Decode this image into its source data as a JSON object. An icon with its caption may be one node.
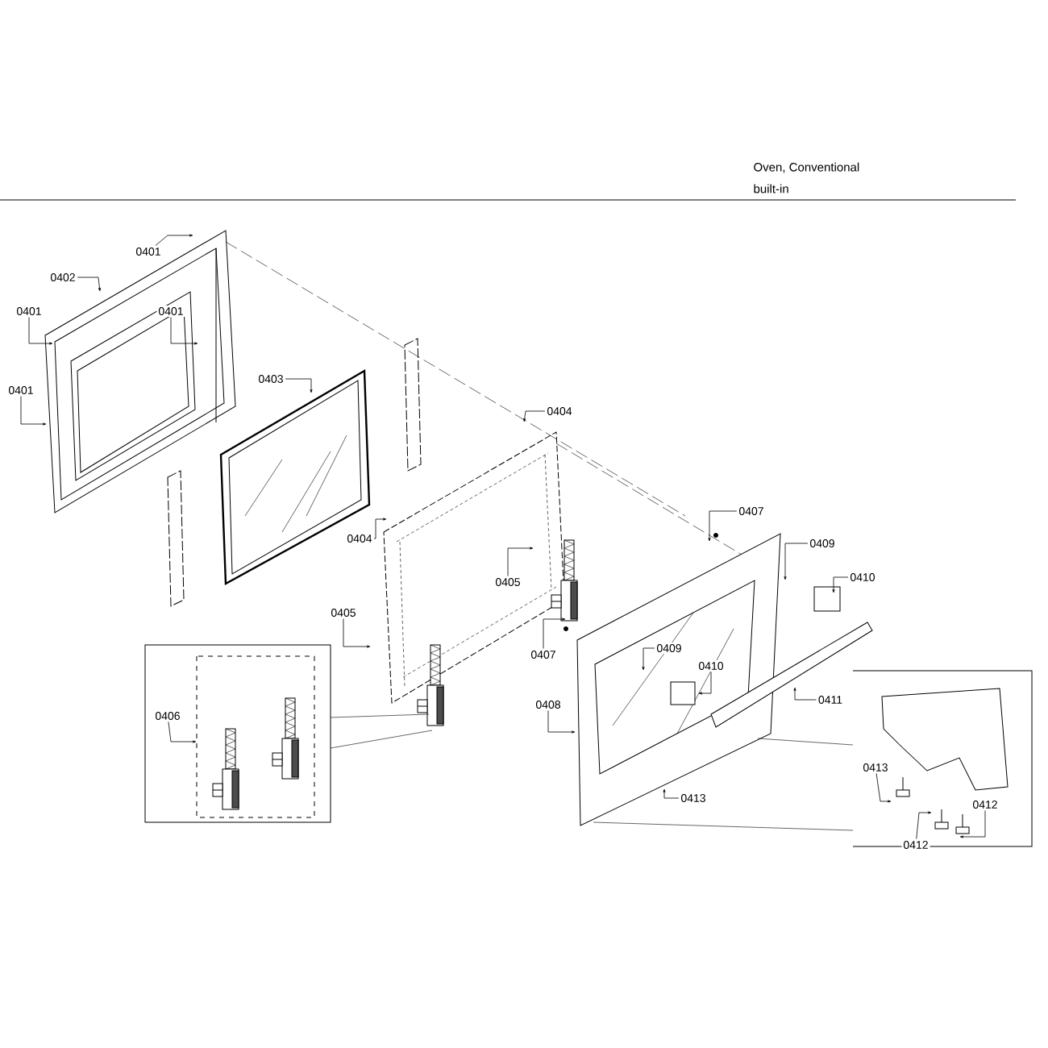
{
  "diagram": {
    "nodes": [
      {
        "text": [
          "0401"
        ]
      },
      {
        "text": [
          "0402"
        ]
      },
      {
        "text": [
          "0401"
        ]
      },
      {
        "text": [
          "0401"
        ]
      },
      {
        "text": [
          "0401"
        ]
      },
      {
        "text": [
          "0403"
        ]
      },
      {
        "text": [
          "0404"
        ]
      },
      {
        "text": [
          "0404"
        ]
      },
      {
        "text": [
          "0405"
        ]
      },
      {
        "text": [
          "0405"
        ]
      },
      {
        "text": [
          "0406"
        ]
      },
      {
        "text": [
          "0407"
        ]
      },
      {
        "text": [
          "0409"
        ]
      },
      {
        "text": [
          "0410"
        ]
      },
      {
        "text": [
          "0407"
        ]
      },
      {
        "text": [
          "0409"
        ]
      },
      {
        "text": [
          "0410"
        ]
      },
      {
        "text": [
          "0411"
        ]
      },
      {
        "text": [
          "0408"
        ]
      },
      {
        "text": [
          "0413"
        ]
      },
      {
        "text": [
          "0413"
        ]
      },
      {
        "text": [
          "0412"
        ]
      },
      {
        "text": [
          "0412"
        ]
      }
    ],
    "edges": [
      {
        "from": 0,
        "to": null,
        "arrow": "to"
      },
      {
        "from": 1,
        "to": null,
        "arrow": "to"
      },
      {
        "from": 2,
        "to": null,
        "arrow": "to"
      },
      {
        "from": 3,
        "to": null,
        "arrow": "to"
      },
      {
        "from": 4,
        "to": null,
        "arrow": "to"
      },
      {
        "from": 5,
        "to": null,
        "arrow": "to"
      },
      {
        "from": 6,
        "to": null,
        "arrow": "to"
      },
      {
        "from": 7,
        "to": null,
        "arrow": "to"
      },
      {
        "from": 8,
        "to": null,
        "arrow": "to"
      },
      {
        "from": 9,
        "to": null,
        "arrow": "to"
      },
      {
        "from": 10,
        "to": null,
        "arrow": "to"
      },
      {
        "from": 11,
        "to": null,
        "arrow": "to"
      },
      {
        "from": 12,
        "to": null,
        "arrow": "to"
      },
      {
        "from": 13,
        "to": null,
        "arrow": "to"
      },
      {
        "from": 14,
        "to": null,
        "arrow": "to"
      },
      {
        "from": 15,
        "to": null,
        "arrow": "to"
      },
      {
        "from": 16,
        "to": null,
        "arrow": "to"
      },
      {
        "from": 17,
        "to": null,
        "arrow": "to"
      },
      {
        "from": 18,
        "to": null,
        "arrow": "to"
      },
      {
        "from": 19,
        "to": null,
        "arrow": "to"
      },
      {
        "from": 20,
        "to": null,
        "arrow": "to"
      },
      {
        "from": 21,
        "to": null,
        "arrow": "to"
      },
      {
        "from": 22,
        "to": null,
        "arrow": "to"
      }
    ],
    "labels": [
      "Oven, Conventional",
      "built-in"
    ]
  }
}
